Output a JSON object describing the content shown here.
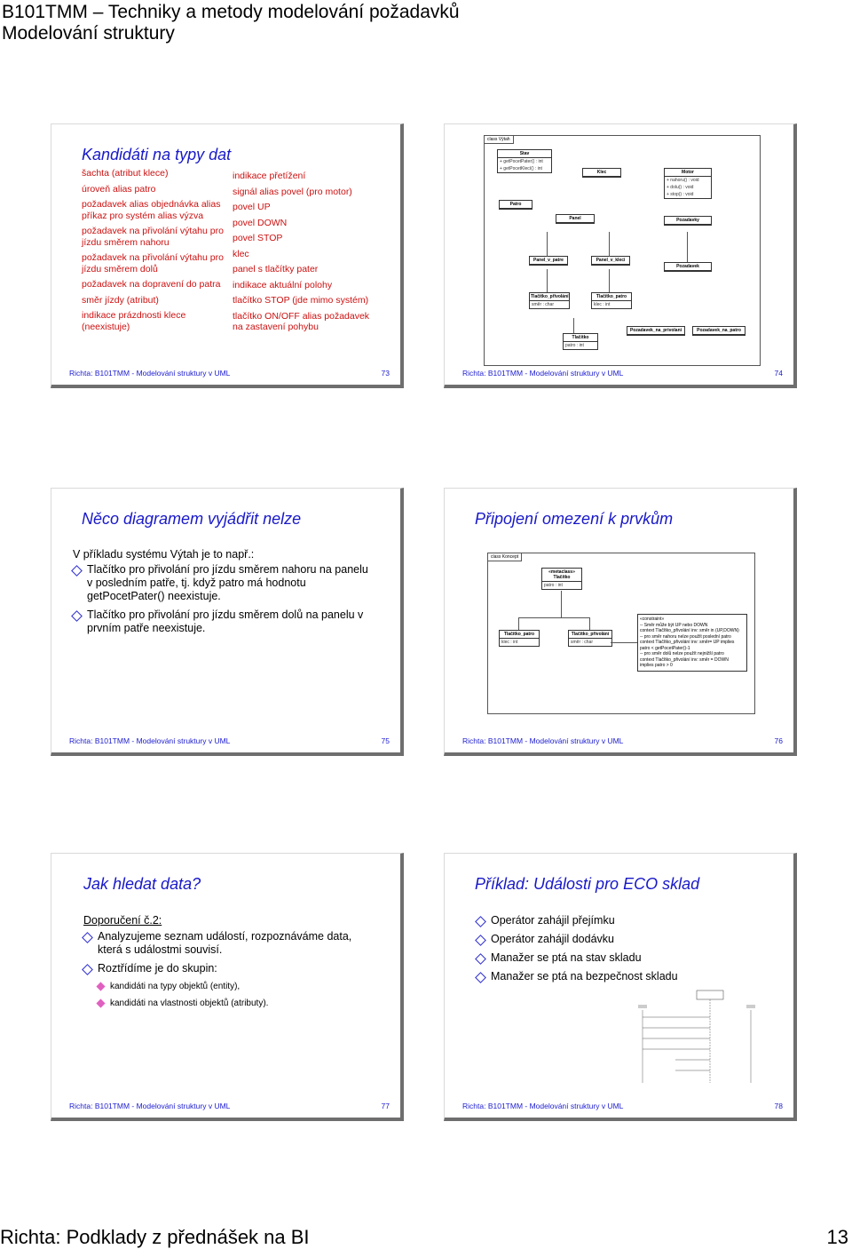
{
  "header": {
    "line1": "B101TMM – Techniky a metody modelování požadavků",
    "line2": "Modelování struktury"
  },
  "footer_note": "Richta: Podklady z přednášek na BI",
  "page_number": "13",
  "slide_footer": "Richta: B101TMM - Modelování struktury v UML",
  "s73": {
    "title": "Kandidáti na typy dat",
    "num": "73",
    "left": [
      "šachta (atribut klece)",
      "úroveň alias patro",
      "požadavek alias objednávka alias příkaz pro systém alias výzva",
      "požadavek na přivolání výtahu pro jízdu směrem nahoru",
      "požadavek na přivolání výtahu pro jízdu směrem dolů",
      "požadavek na dopravení do patra",
      "směr jízdy (atribut)",
      "indikace prázdnosti klece (neexistuje)"
    ],
    "right": [
      "indikace přetížení",
      "signál alias povel (pro motor)",
      "povel UP",
      "povel DOWN",
      "povel STOP",
      "klec",
      "panel s tlačítky pater",
      "indikace aktuální polohy",
      "tlačítko STOP (jde mimo systém)",
      "tlačítko ON/OFF alias požadavek na zastavení pohybu"
    ]
  },
  "s74": {
    "num": "74",
    "frame": "class Výtah",
    "classes": [
      "Stav",
      "Motor",
      "Klec",
      "Panel",
      "Patro",
      "Panel_v_patre",
      "Panel_v_kleci",
      "Tlačítko_přivolání",
      "Tlačítko_patro",
      "Tlačítko",
      "Pozadavky",
      "Pozadavek",
      "Pozadavek_na_privolani",
      "Pozadavek_na_patro"
    ],
    "attrs": [
      "+ getPocetPater() : int",
      "+ getPocetKlecí() : int",
      "+ nahoru() : void",
      "+ dolu() : void",
      "+ stop() : void",
      "směr : char",
      "klec : int",
      "patro : int"
    ]
  },
  "s75": {
    "title": "Něco diagramem vyjádřit nelze",
    "num": "75",
    "intro": "V příkladu systému Výtah je to např.:",
    "items": [
      "Tlačítko pro přivolání pro jízdu směrem nahoru na panelu v posledním patře, tj. když patro má hodnotu getPocetPater() neexistuje.",
      "Tlačítko pro přivolání pro jízdu směrem dolů na panelu v prvním patře neexistuje."
    ]
  },
  "s76": {
    "title": "Připojení omezení k prvkům",
    "num": "76",
    "frame": "class Koncept",
    "c1": "«metaclass» Tlačítko",
    "c1a": "patro : int",
    "c2": "Tlačítko_patro",
    "c2a": "klec : int",
    "c3": "Tlačítko_přivolání",
    "c3a": "směr : char",
    "note": [
      "«constraint»",
      "-- Směr může být UP nebo DOWN",
      "context Tlačítko_přivolání inv: směr in (UP,DOWN)",
      "-- pro směr nahoru nelze použít poslední patro",
      "context Tlačítko_přivolání inv: směr= UP implies",
      "patro < getPocetPater()-1",
      "-- pro směr dolů nelze použít nejnižší patro",
      "context Tlačítko_přivolání inv: směr = DOWN",
      "implies patro > 0"
    ]
  },
  "s77": {
    "title": "Jak hledat data?",
    "num": "77",
    "heading": "Doporučení č.2:",
    "items": [
      "Analyzujeme seznam událostí, rozpoznáváme data, která s událostmi souvisí.",
      "Roztřídíme je do skupin:"
    ],
    "subitems": [
      "kandidáti na typy objektů (entity),",
      "kandidáti na vlastnosti objektů (atributy)."
    ]
  },
  "s78": {
    "title": "Příklad: Události pro ECO sklad",
    "num": "78",
    "items": [
      "Operátor zahájil přejímku",
      "Operátor zahájil dodávku",
      "Manažer se ptá na stav skladu",
      "Manažer se ptá na bezpečnost skladu"
    ]
  }
}
